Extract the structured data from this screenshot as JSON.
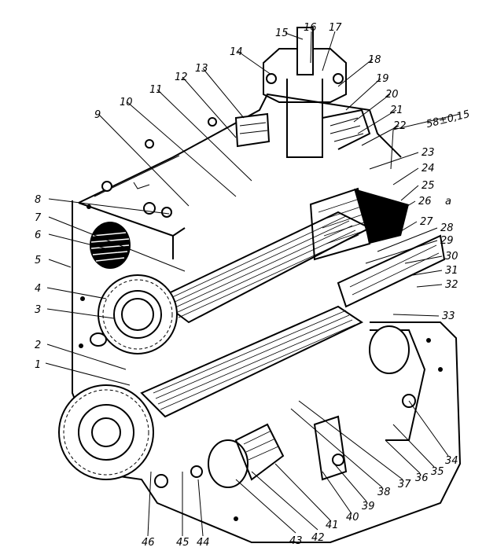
{
  "figure": {
    "callouts": [
      {
        "n": "1",
        "text": "1"
      },
      {
        "n": "2",
        "text": "2"
      },
      {
        "n": "3",
        "text": "3"
      },
      {
        "n": "4",
        "text": "4"
      },
      {
        "n": "5",
        "text": "5"
      },
      {
        "n": "6",
        "text": "6"
      },
      {
        "n": "7",
        "text": "7"
      },
      {
        "n": "8",
        "text": "8"
      },
      {
        "n": "9",
        "text": "9"
      },
      {
        "n": "10",
        "text": "10"
      },
      {
        "n": "11",
        "text": "11"
      },
      {
        "n": "12",
        "text": "12"
      },
      {
        "n": "13",
        "text": "13"
      },
      {
        "n": "14",
        "text": "14"
      },
      {
        "n": "15",
        "text": "15"
      },
      {
        "n": "16",
        "text": "16"
      },
      {
        "n": "17",
        "text": "17"
      },
      {
        "n": "18",
        "text": "18"
      },
      {
        "n": "19",
        "text": "19"
      },
      {
        "n": "20",
        "text": "20"
      },
      {
        "n": "21",
        "text": "21"
      },
      {
        "n": "22",
        "text": "22"
      },
      {
        "n": "23",
        "text": "23"
      },
      {
        "n": "24",
        "text": "24"
      },
      {
        "n": "25",
        "text": "25"
      },
      {
        "n": "26",
        "text": "26"
      },
      {
        "n": "a",
        "text": "a"
      },
      {
        "n": "27",
        "text": "27"
      },
      {
        "n": "28",
        "text": "28"
      },
      {
        "n": "29",
        "text": "29"
      },
      {
        "n": "30",
        "text": "30"
      },
      {
        "n": "31",
        "text": "31"
      },
      {
        "n": "32",
        "text": "32"
      },
      {
        "n": "33",
        "text": "33"
      },
      {
        "n": "34",
        "text": "34"
      },
      {
        "n": "35",
        "text": "35"
      },
      {
        "n": "36",
        "text": "36"
      },
      {
        "n": "37",
        "text": "37"
      },
      {
        "n": "38",
        "text": "38"
      },
      {
        "n": "39",
        "text": "39"
      },
      {
        "n": "40",
        "text": "40"
      },
      {
        "n": "41",
        "text": "41"
      },
      {
        "n": "42",
        "text": "42"
      },
      {
        "n": "43",
        "text": "43"
      },
      {
        "n": "44",
        "text": "44"
      },
      {
        "n": "45",
        "text": "45"
      },
      {
        "n": "46",
        "text": "46"
      }
    ],
    "dimension_label": "58±0,15"
  }
}
